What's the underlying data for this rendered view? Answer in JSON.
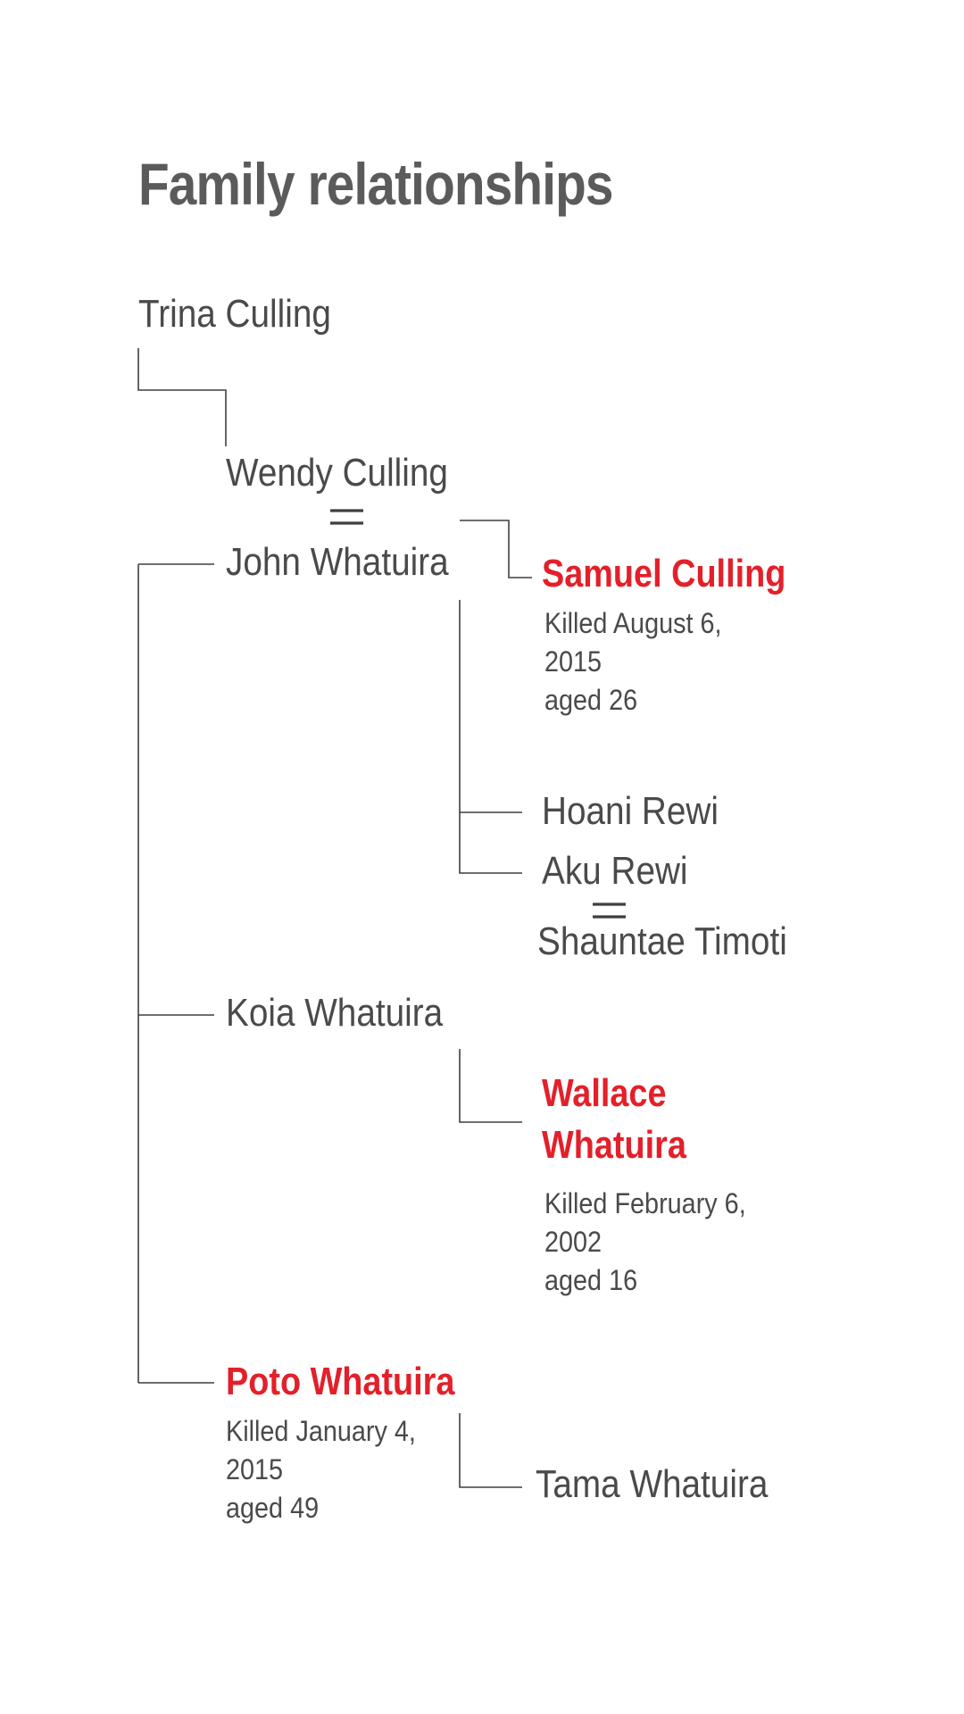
{
  "title": "Family relationships",
  "people": {
    "trina": "Trina Culling",
    "wendy": "Wendy Culling",
    "john": "John Whatuira",
    "hoani": "Hoani Rewi",
    "aku": "Aku Rewi",
    "shauntae": "Shauntae Timoti",
    "koia": "Koia Whatuira",
    "tama": "Tama Whatuira"
  },
  "victims": {
    "samuel": {
      "name": "Samuel Culling",
      "note": [
        "Killed August 6,",
        "2015",
        "aged 26"
      ]
    },
    "wallace": {
      "name": [
        "Wallace",
        "Whatuira"
      ],
      "note": [
        "Killed February 6,",
        "2002",
        "aged 16"
      ]
    },
    "poto": {
      "name": "Poto Whatuira",
      "note": [
        "Killed January 4,",
        "2015",
        "aged 49"
      ]
    }
  },
  "colors": {
    "victim": "#e3202a",
    "text": "#4a4a4a",
    "title": "#5b5b5b",
    "lines": "#3f3f3f"
  }
}
